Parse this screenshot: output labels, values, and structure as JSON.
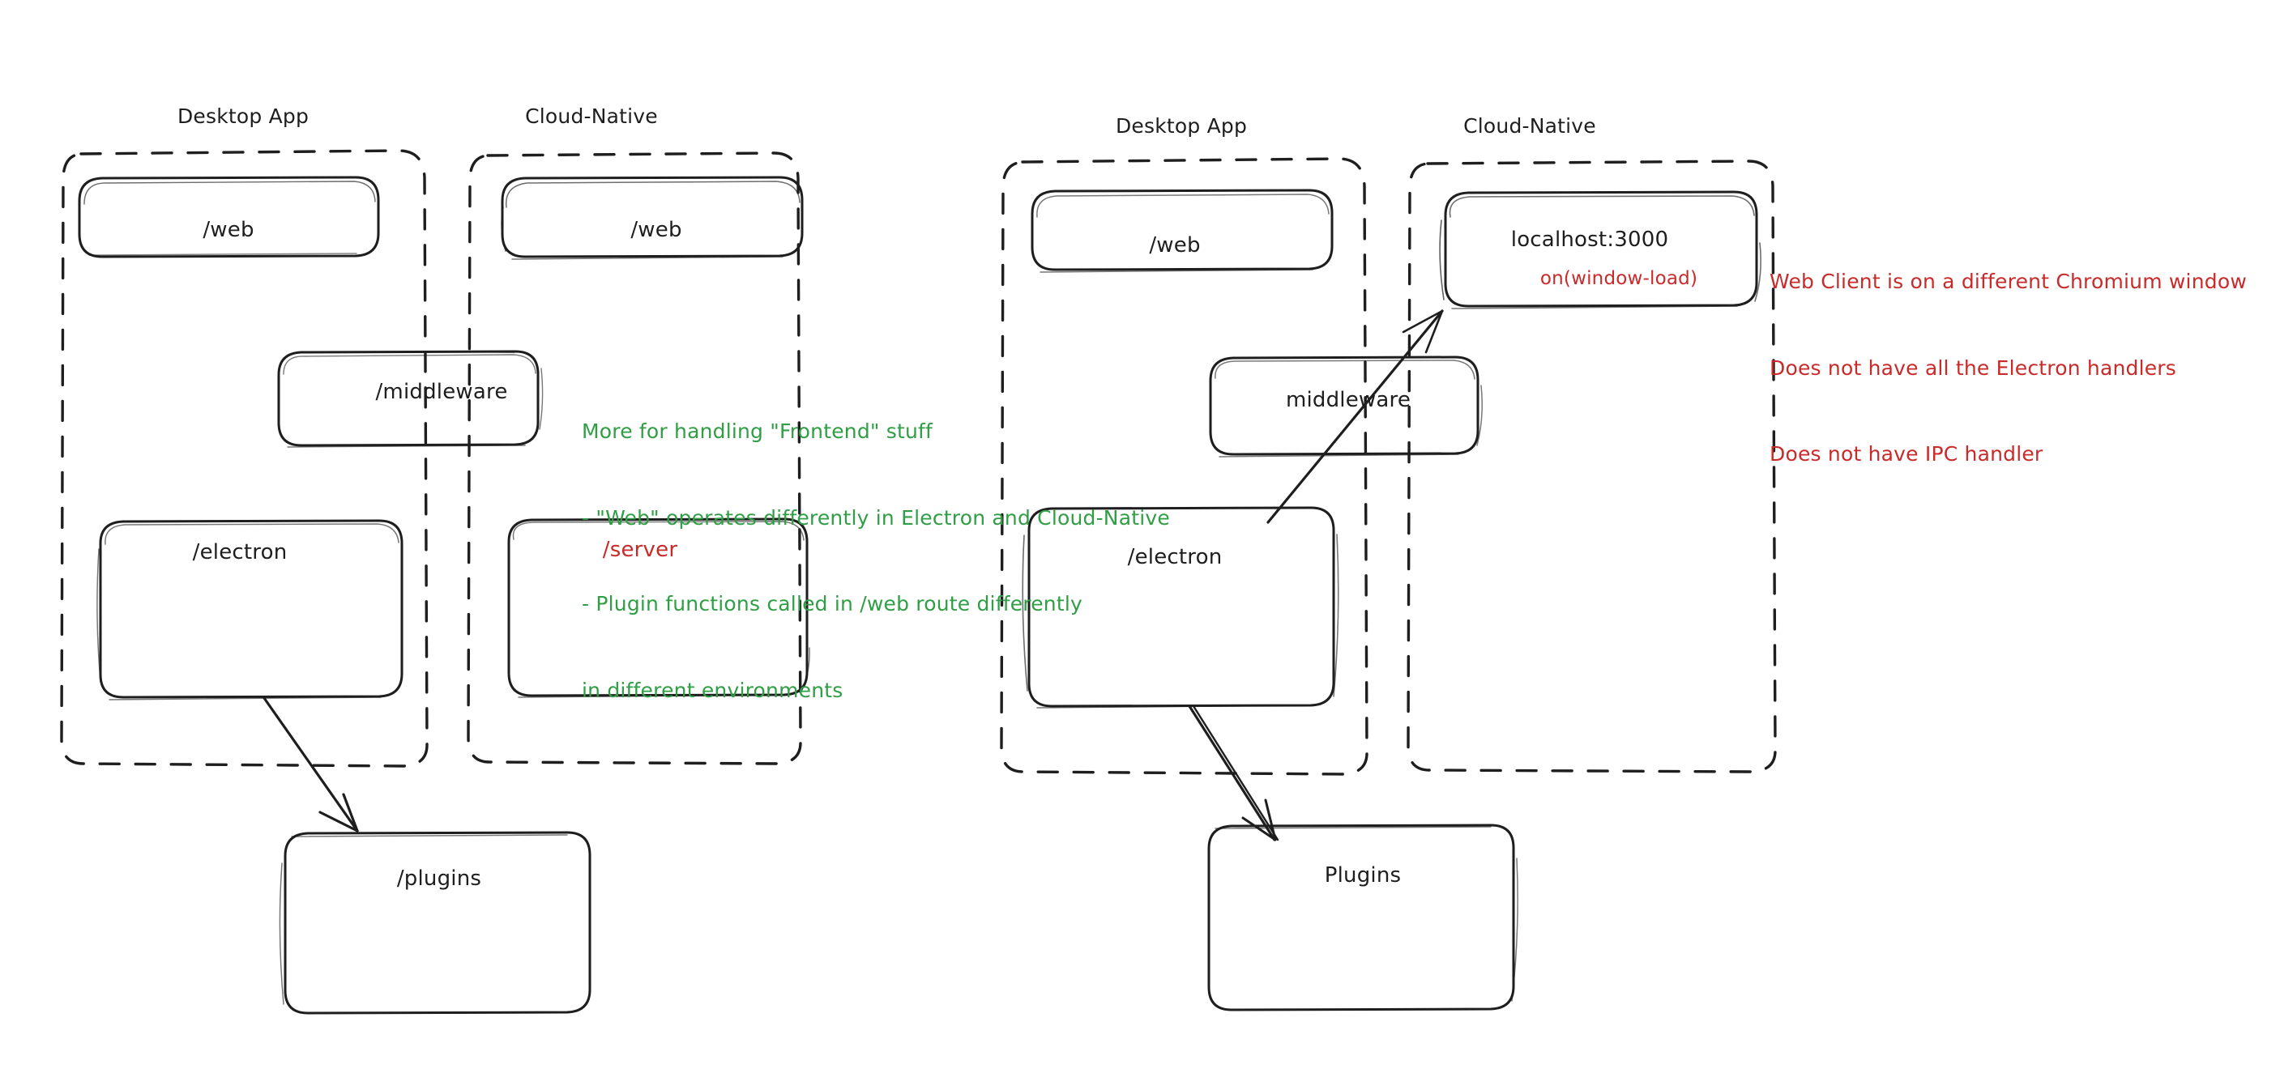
{
  "diagram": {
    "title_colors": {
      "ink": "#1e1e1e",
      "green": "#2f9e44",
      "red": "#c92a2a",
      "background": "#ffffff"
    },
    "left_figure": {
      "groups": [
        {
          "id": "left-desktop-app",
          "label": "Desktop App"
        },
        {
          "id": "left-cloud-native",
          "label": "Cloud-Native"
        }
      ],
      "nodes": [
        {
          "id": "left-desktop-web",
          "label": "/web",
          "color": "ink"
        },
        {
          "id": "left-cloud-web",
          "label": "/web",
          "color": "ink"
        },
        {
          "id": "left-middleware",
          "label": "/middleware",
          "color": "ink"
        },
        {
          "id": "left-electron",
          "label": "/electron",
          "color": "ink"
        },
        {
          "id": "left-server",
          "label": "/server",
          "color": "red"
        },
        {
          "id": "left-plugins",
          "label": "/plugins",
          "color": "ink"
        }
      ],
      "note_green": [
        "More for handling \"Frontend\" stuff",
        "- \"Web\" operates differently in Electron and Cloud-Native",
        "- Plugin functions called in /web route differently",
        "in different environments"
      ],
      "arrows": [
        {
          "id": "left-electron-to-plugins",
          "from": "left-electron",
          "to": "left-plugins"
        }
      ]
    },
    "right_figure": {
      "groups": [
        {
          "id": "right-desktop-app",
          "label": "Desktop App"
        },
        {
          "id": "right-cloud-native",
          "label": "Cloud-Native"
        }
      ],
      "nodes": [
        {
          "id": "right-desktop-web",
          "label": "/web",
          "color": "ink"
        },
        {
          "id": "right-localhost",
          "label": "localhost:3000",
          "sublabel": "on(window-load)",
          "color": "ink",
          "sub_color": "red"
        },
        {
          "id": "right-middleware",
          "label": "middleware",
          "color": "ink"
        },
        {
          "id": "right-electron",
          "label": "/electron",
          "color": "ink"
        },
        {
          "id": "right-plugins",
          "label": "Plugins",
          "color": "ink"
        }
      ],
      "note_red": [
        "Web Client is on a different Chromium window",
        "Does not have all the Electron handlers",
        "Does not have IPC handler"
      ],
      "arrows": [
        {
          "id": "right-electron-to-localhost",
          "from": "right-electron",
          "to": "right-localhost"
        },
        {
          "id": "right-electron-to-plugins",
          "from": "right-electron",
          "to": "right-plugins"
        }
      ]
    }
  }
}
